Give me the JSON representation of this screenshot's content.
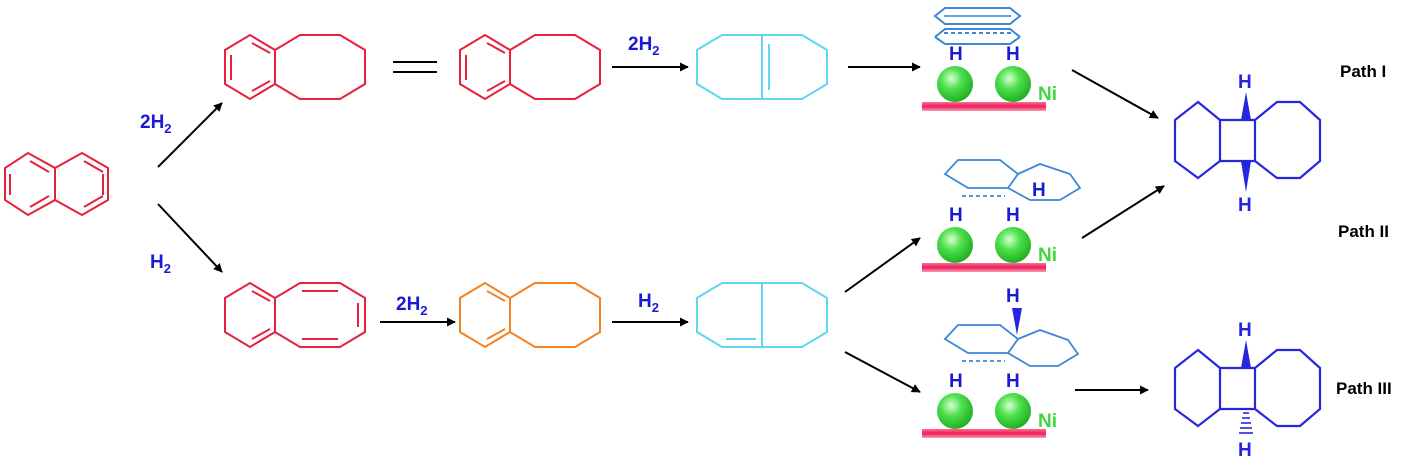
{
  "colors": {
    "naphthalene": "#e8203c",
    "tetralin": "#e8203c",
    "octalin_intermediate": "#f58220",
    "octalin": "#5fd7f0",
    "adsorbed": "#3d86d8",
    "decalin": "#2626e0",
    "catalyst_ball": "#3fd63f",
    "catalyst_surface": "#e8205a",
    "reagent_text": "#1a1ad6",
    "metal_text": "#3fd63f",
    "arrow": "#000000",
    "path_text": "#000000"
  },
  "reagents": {
    "top_left": "2H",
    "top_left_sub": "2",
    "bottom_left": "H",
    "bottom_left_sub": "2",
    "top_mid": "2H",
    "top_mid_sub": "2",
    "bottom_mid": "2H",
    "bottom_mid_sub": "2",
    "bottom_right": "H",
    "bottom_right_sub": "2"
  },
  "catalyst": {
    "metal": "Ni",
    "hydrogen": "H"
  },
  "products": {
    "hydrogen": "H"
  },
  "paths": {
    "path1": "Path I",
    "path2": "Path II",
    "path3": "Path III"
  },
  "icons": [
    "naphthalene",
    "tetralin",
    "dihydronaphthalene",
    "octalin",
    "adsorbed-complex",
    "nickel-surface",
    "cis-decalin",
    "trans-decalin"
  ]
}
